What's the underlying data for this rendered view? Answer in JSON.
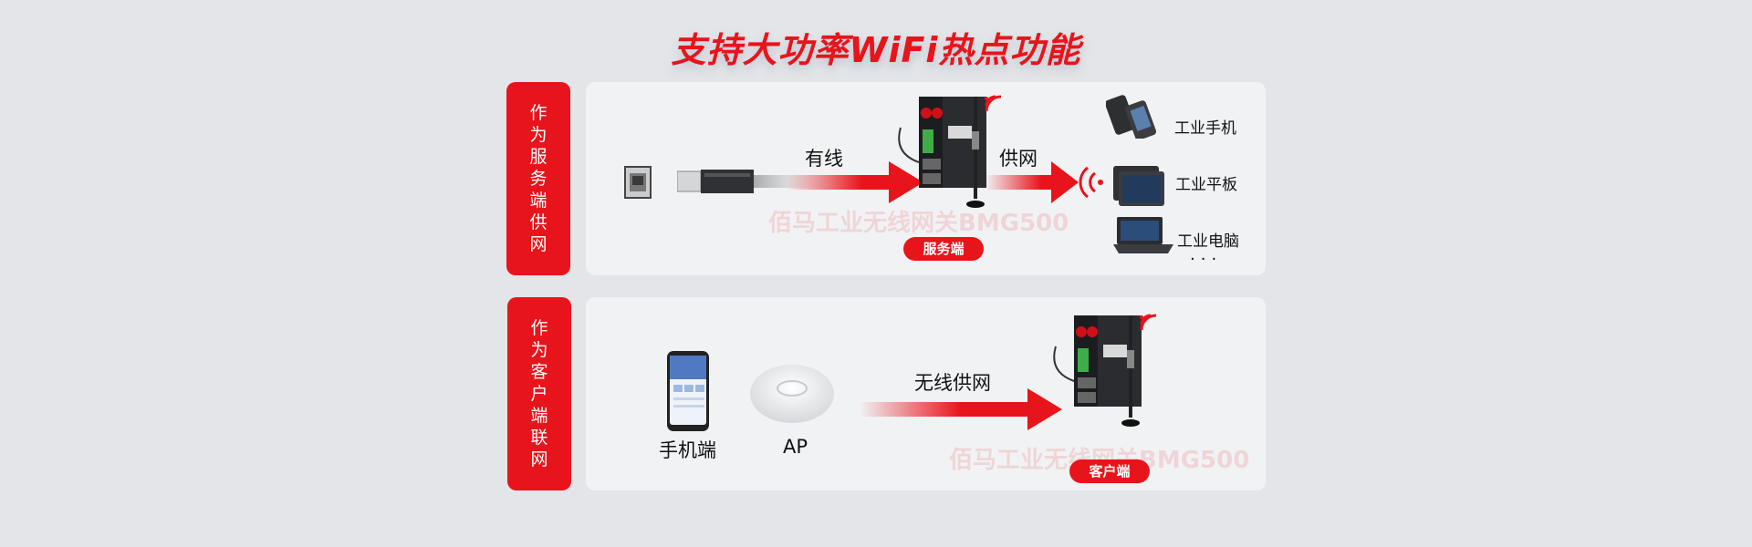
{
  "title": "支持大功率WiFi热点功能",
  "colors": {
    "accent": "#e8141b",
    "background": "#e3e5e8",
    "panel": "#f1f2f4"
  },
  "section_server": {
    "side_label": "作为服务端供网",
    "wired_label": "有线",
    "supply_label": "供网",
    "device_pill": "服务端",
    "watermark": "佰马工业无线网关BMG500",
    "clients": [
      "工业手机",
      "工业平板",
      "工业电脑"
    ],
    "more": "···"
  },
  "section_client": {
    "side_label": "作为客户端联网",
    "phone_label": "手机端",
    "ap_label": "AP",
    "wireless_label": "无线供网",
    "device_pill": "客户端",
    "watermark": "佰马工业无线网关BMG500"
  }
}
